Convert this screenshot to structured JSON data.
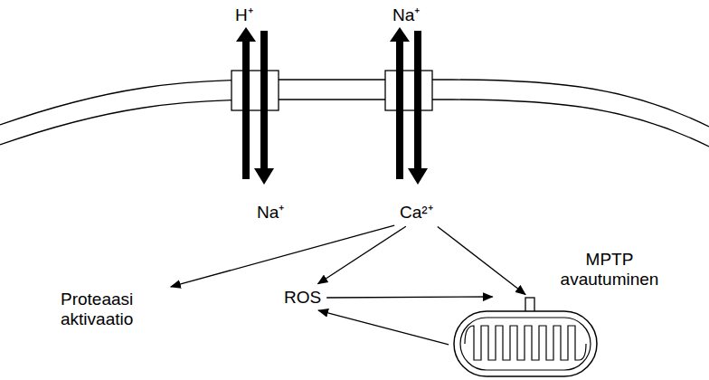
{
  "diagram": {
    "nodes": [
      {
        "text": [
          "H⁺"
        ]
      },
      {
        "text": [
          "Na⁺"
        ]
      },
      {
        "text": [
          "Na⁺"
        ]
      },
      {
        "text": [
          "Ca²⁺"
        ]
      },
      {
        "text": [
          "Proteaasi aktivaatio"
        ]
      },
      {
        "text": [
          "ROS"
        ]
      },
      {
        "text": [
          "MPTP avautuminen"
        ]
      }
    ],
    "edges": [
      {
        "from": 3,
        "to": 4,
        "arrow": "to"
      },
      {
        "from": 3,
        "to": 5,
        "arrow": "to"
      },
      {
        "from": 3,
        "to": 6,
        "arrow": "to"
      },
      {
        "from": 5,
        "to": 6,
        "arrow": "to"
      },
      {
        "from": 6,
        "to": 5,
        "arrow": "to"
      }
    ]
  }
}
